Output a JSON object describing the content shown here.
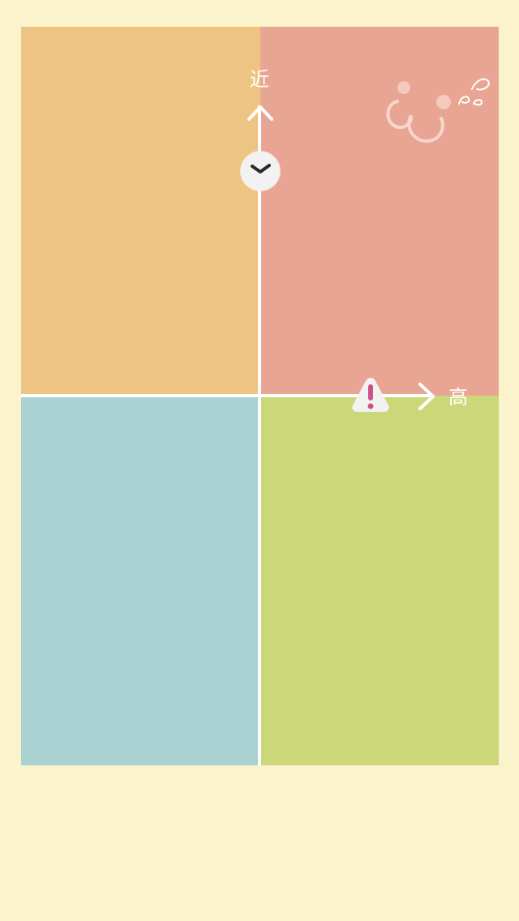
{
  "axes": {
    "vertical_label": "近",
    "horizontal_label": "高"
  },
  "quadrants": [
    {
      "name": "top-left",
      "color": "#EEC482"
    },
    {
      "name": "top-right",
      "color": "#E9A593"
    },
    {
      "name": "bottom-left",
      "color": "#AAD2D2"
    },
    {
      "name": "bottom-right",
      "color": "#CCD77A"
    }
  ],
  "icons": {
    "center_button": "chevron-down-icon",
    "marker": "warning-icon",
    "decoration": "cute-face-icon"
  },
  "colors": {
    "background": "#FAF3CB",
    "axis": "#FFFFFF",
    "warning_accent": "#D0508A"
  }
}
